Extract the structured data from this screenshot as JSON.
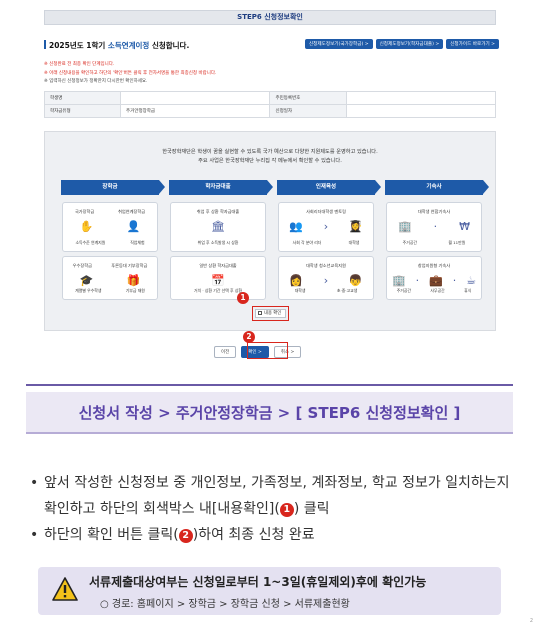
{
  "screenshot": {
    "step_banner": "STEP6 신청정보확인",
    "apply_title_prefix": "2025년도 1학기 ",
    "apply_title_highlight": "소득연계이정",
    "apply_title_suffix": " 신청합니다.",
    "top_buttons": [
      "신청제도정보기(국가장학금) >",
      "신청제도정보기(학자금대출) >",
      "신청가이드 바로가기 >"
    ],
    "notices_red": [
      "※ 신청완료 전 최종 확인 단계입니다.",
      "※ 아래 신청내용을 확인하고 하단의 '확인'버튼 클릭 후 전자서명을 통한 최종신청 바랍니다."
    ],
    "notice_black": "※ 입력하신 신청정보가 정확한지 다시한번 확인하세요.",
    "table": [
      [
        "학생명",
        "",
        "주민등록번호",
        ""
      ],
      [
        "학자금유형",
        "주거안정장학금",
        "신청일자",
        ""
      ]
    ],
    "intro_lines": [
      "한국장학재단은 학생이 꿈을 실현할 수 있도록 국가 예산으로 다양한 지원제도를 운영하고 있습니다.",
      "주요 사업은 한국장학재단 누리집 각 메뉴에서 확인할 수 있습니다."
    ],
    "columns": [
      {
        "head": "장학금",
        "cards": [
          {
            "titles": [
              "국가장학금",
              "취업연계장학금"
            ],
            "icons": [
              "✋",
              "👤"
            ],
            "labels": [
              "소득수준 연계지원",
              "직업체험"
            ]
          },
          {
            "titles": [
              "우수장학금",
              "푸른등대 기부장학금"
            ],
            "icons": [
              "🎓",
              "🎁"
            ],
            "labels": [
              "계열별 우수학생",
              "기부금 재원"
            ]
          }
        ]
      },
      {
        "head": "학자금대출",
        "cards": [
          {
            "titles": [
              "취업 후 상환 학자금대출"
            ],
            "icons": [
              "🏛"
            ],
            "labels": [
              "취업 후 소득발생 시 상환"
            ]
          },
          {
            "titles": [
              "일반 상환 학자금대출"
            ],
            "icons": [
              "📅"
            ],
            "labels": [
              "거치 · 상환 기간 선택 후 상환"
            ]
          }
        ]
      },
      {
        "head": "인재육성",
        "cards": [
          {
            "titles": [
              "사회리더대학생 멘토링"
            ],
            "icons": [
              "👥",
              "›",
              "👩‍🎓"
            ],
            "labels": [
              "사회 각 분야 리더",
              "대학생"
            ]
          },
          {
            "titles": [
              "대학생 청소년교육지원"
            ],
            "icons": [
              "👩",
              "›",
              "👦"
            ],
            "labels": [
              "대학생",
              "초·중·고교생"
            ]
          }
        ]
      },
      {
        "head": "기숙사",
        "cards": [
          {
            "titles": [
              "대학생 연합기숙사"
            ],
            "icons": [
              "🏢",
              "·",
              "₩"
            ],
            "labels": [
              "주거공간",
              "월 11만원"
            ]
          },
          {
            "titles": [
              "창업지원형 기숙사"
            ],
            "icons": [
              "🏢",
              "·",
              "💼",
              "·",
              "☕"
            ],
            "labels": [
              "주거공간",
              "사무공간",
              "휴식"
            ]
          }
        ]
      }
    ],
    "confirm_checkbox": "내용 확인",
    "bottom_buttons": {
      "prev": "이전",
      "ok": "확인 >",
      "cancel": "취소 >"
    },
    "markers": [
      "1",
      "2"
    ]
  },
  "doc": {
    "heading": "신청서 작성 > 주거안정장학금 > [ STEP6 신청정보확인 ]",
    "bullet1_pre": "앞서 작성한 신청정보 중 개인정보, 가족정보, 계좌정보, 학교 정보가 일치하는지 확인하고 하단의 회색박스 내[내용확인](",
    "bullet1_num": "1",
    "bullet1_post": ") 클릭",
    "bullet2_pre": "하단의 확인 버튼 클릭(",
    "bullet2_num": "2",
    "bullet2_post": ")하여 최종 신청 완료",
    "warn_main": "서류제출대상여부는 신청일로부터 1~3일(휴일제외)후에 확인가능",
    "warn_sub": "○ 경로: 홈페이지 > 장학금 > 장학금 신청 > 서류제출현황",
    "page_number": "2"
  }
}
